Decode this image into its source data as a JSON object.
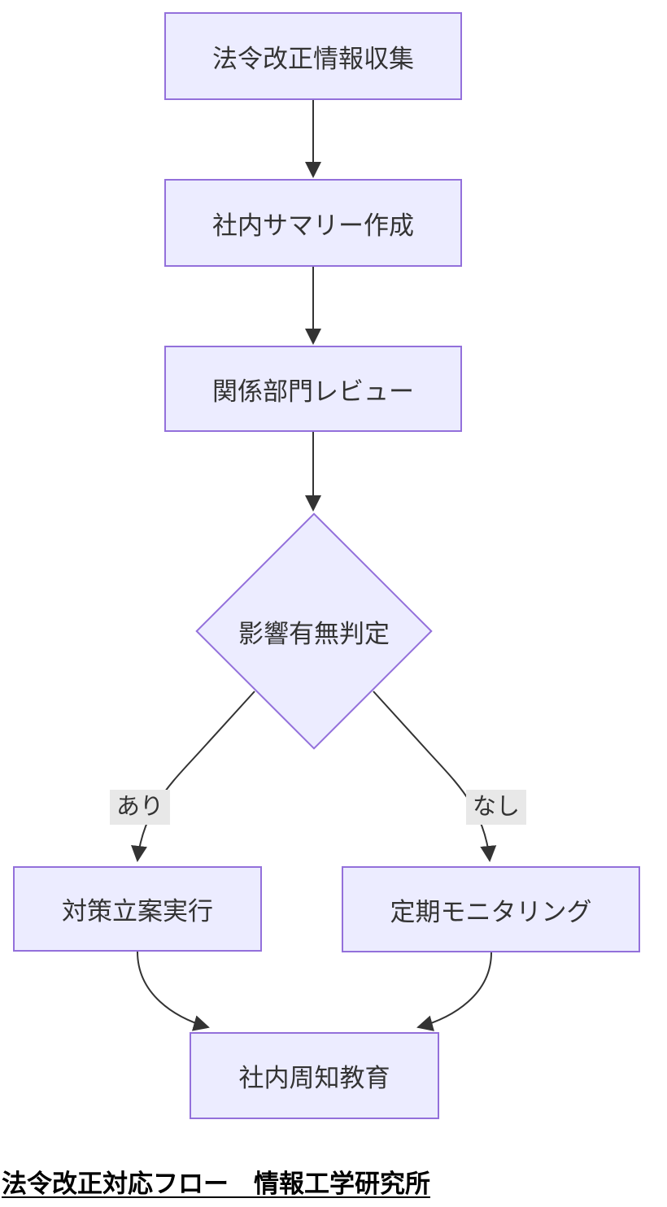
{
  "diagram": {
    "type": "flowchart",
    "direction": "top-down",
    "caption": "法令改正対応フロー　情報工学研究所",
    "nodes": {
      "collect": {
        "label": "法令改正情報収集",
        "shape": "rect"
      },
      "summary": {
        "label": "社内サマリー作成",
        "shape": "rect"
      },
      "review": {
        "label": "関係部門レビュー",
        "shape": "rect"
      },
      "decision": {
        "label": "影響有無判定",
        "shape": "diamond"
      },
      "action": {
        "label": "対策立案実行",
        "shape": "rect"
      },
      "monitoring": {
        "label": "定期モニタリング",
        "shape": "rect"
      },
      "education": {
        "label": "社内周知教育",
        "shape": "rect"
      }
    },
    "edges": [
      {
        "from": "法令改正情報収集",
        "to": "社内サマリー作成",
        "label": ""
      },
      {
        "from": "社内サマリー作成",
        "to": "関係部門レビュー",
        "label": ""
      },
      {
        "from": "関係部門レビュー",
        "to": "影響有無判定",
        "label": ""
      },
      {
        "from": "影響有無判定",
        "to": "対策立案実行",
        "label": "あり"
      },
      {
        "from": "影響有無判定",
        "to": "定期モニタリング",
        "label": "なし"
      },
      {
        "from": "対策立案実行",
        "to": "社内周知教育",
        "label": ""
      },
      {
        "from": "定期モニタリング",
        "to": "社内周知教育",
        "label": ""
      }
    ],
    "colors": {
      "node_fill": "#ECECFF",
      "node_border": "#9370DB",
      "node_text": "#333333",
      "edge_line": "#333333",
      "edge_label_bg": "#e8e8e8",
      "caption_text": "#000000",
      "background": "#ffffff"
    }
  }
}
